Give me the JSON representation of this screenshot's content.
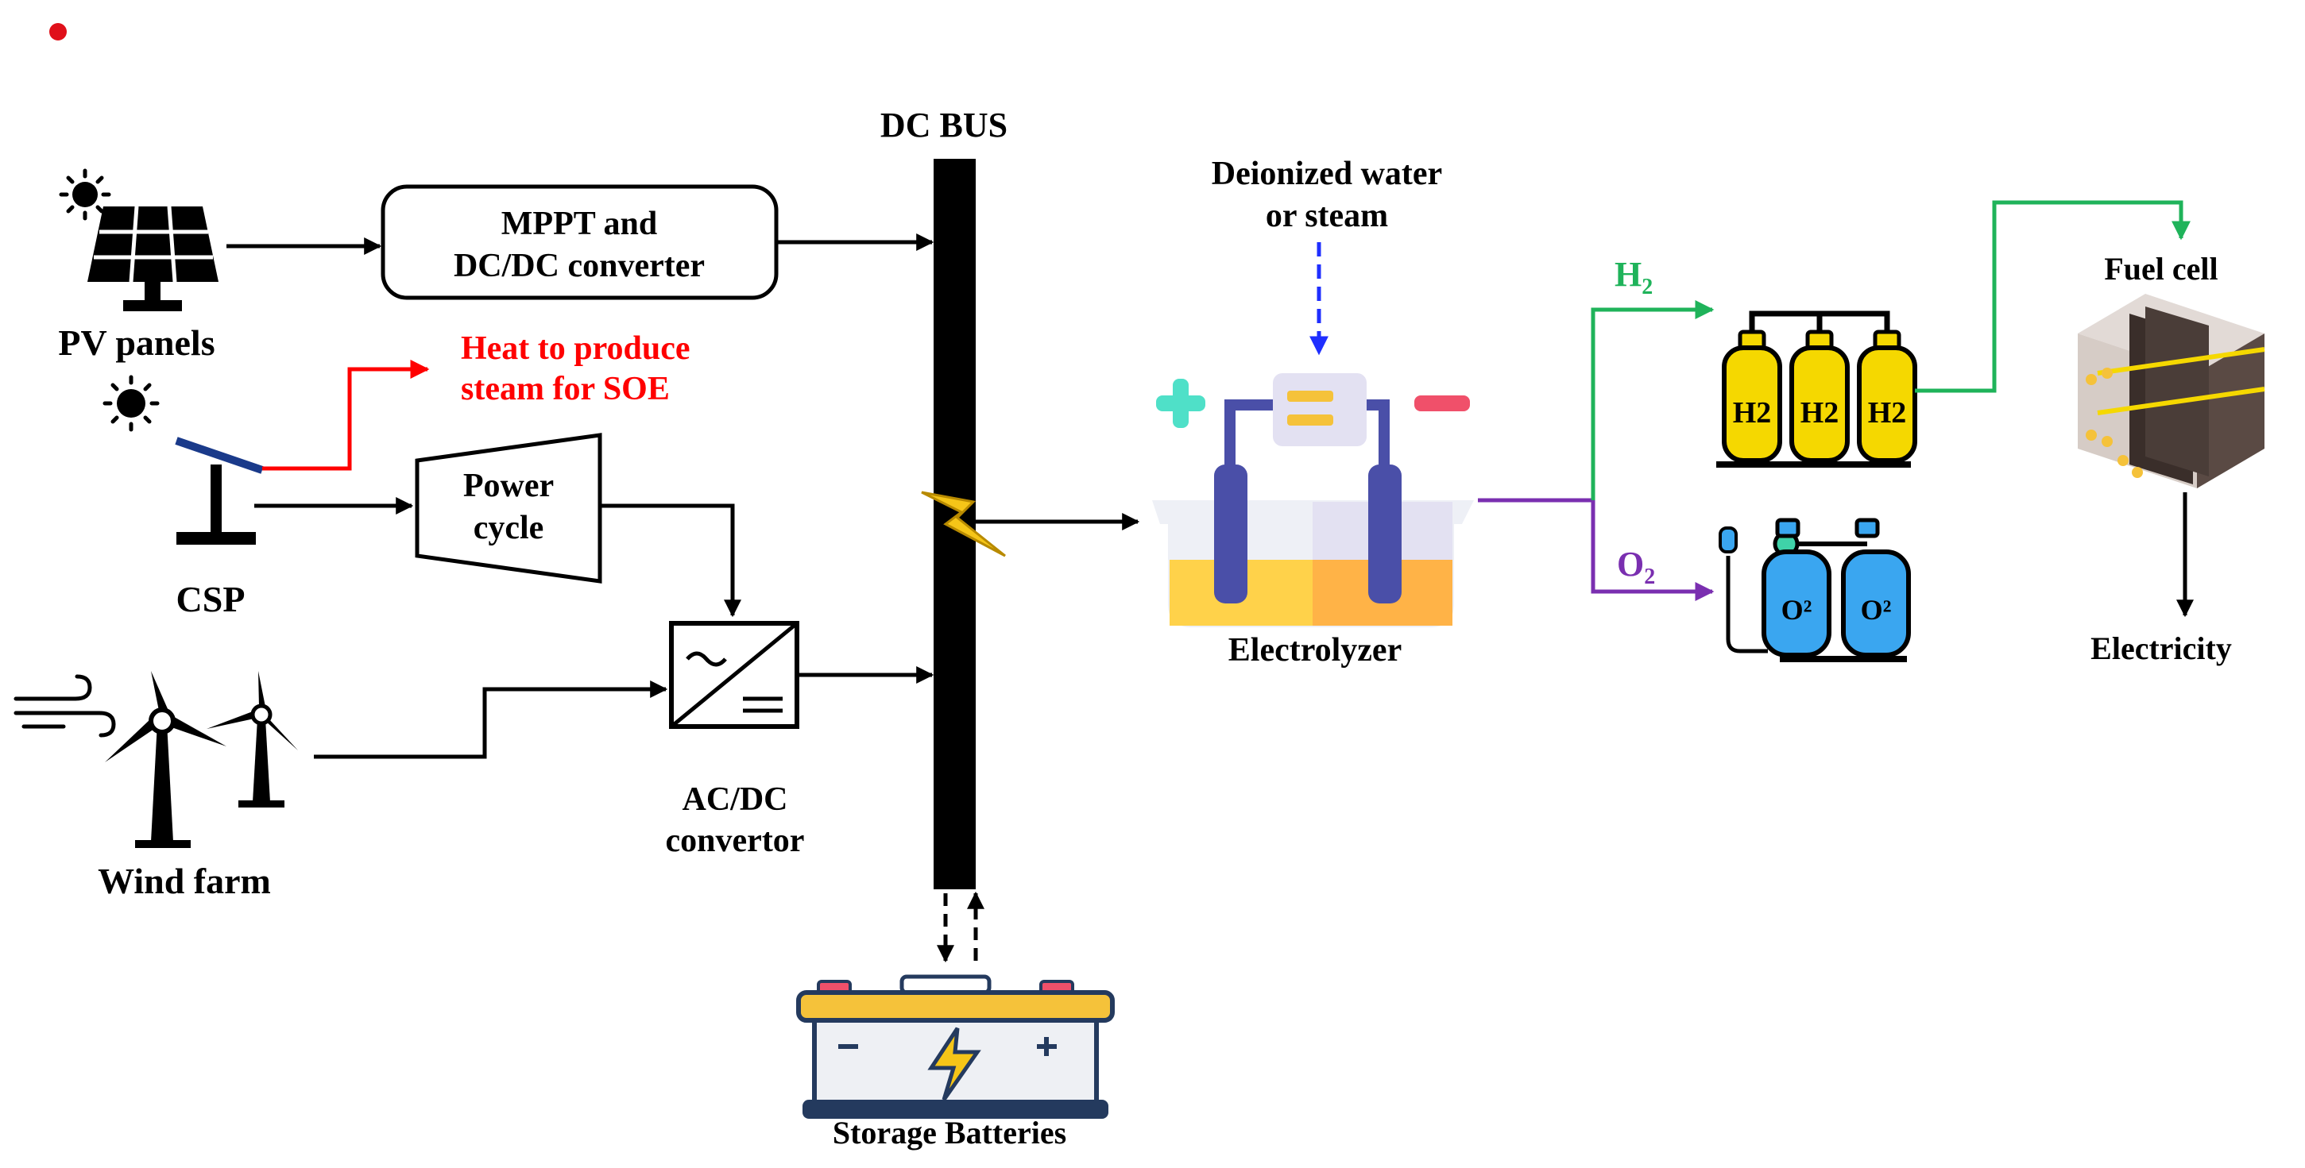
{
  "labels": {
    "dc_bus": "DC BUS",
    "pv_panels": "PV panels",
    "mppt_line1": "MPPT and",
    "mppt_line2": "DC/DC converter",
    "heat_line1": "Heat to produce",
    "heat_line2": "steam for SOE",
    "power_cycle_line1": "Power",
    "power_cycle_line2": "cycle",
    "csp": "CSP",
    "acdc_line1": "AC/DC",
    "acdc_line2": "convertor",
    "wind_farm": "Wind farm",
    "deionized_line1": "Deionized water",
    "deionized_line2": "or steam",
    "electrolyzer": "Electrolyzer",
    "h2_symbol": "H",
    "h2_sub": "2",
    "o2_symbol": "O",
    "o2_sub": "2",
    "fuel_cell": "Fuel cell",
    "electricity": "Electricity",
    "storage_batteries": "Storage Batteries",
    "tank_h2_text": "H2",
    "tank_o2_text": "O²"
  },
  "colors": {
    "text": "#000000",
    "heat": "#ff0000",
    "deionized_arrow": "#1f2fff",
    "h2_line": "#1fb35a",
    "o2_line": "#7a2fb0",
    "h2_tank": "#f5d800",
    "o2_tank": "#3aa6f0",
    "electrolyte_left": "#ffd24a",
    "electrolyte_right": "#ffb347",
    "electrode": "#4a4fa8",
    "plus_sign": "#4fe0c8",
    "minus_sign": "#f0506a",
    "battery_body": "#243a5e",
    "battery_top": "#f5c23a",
    "bolt": "#f5c518"
  },
  "icons": [
    "sun-icon",
    "solar-panel-icon",
    "csp-mirror-icon",
    "wind-turbine-icon",
    "wind-gust-icon",
    "lightning-icon",
    "battery-icon",
    "gas-tank-icon",
    "fuel-cell-stack-icon",
    "electrolyzer-icon"
  ]
}
